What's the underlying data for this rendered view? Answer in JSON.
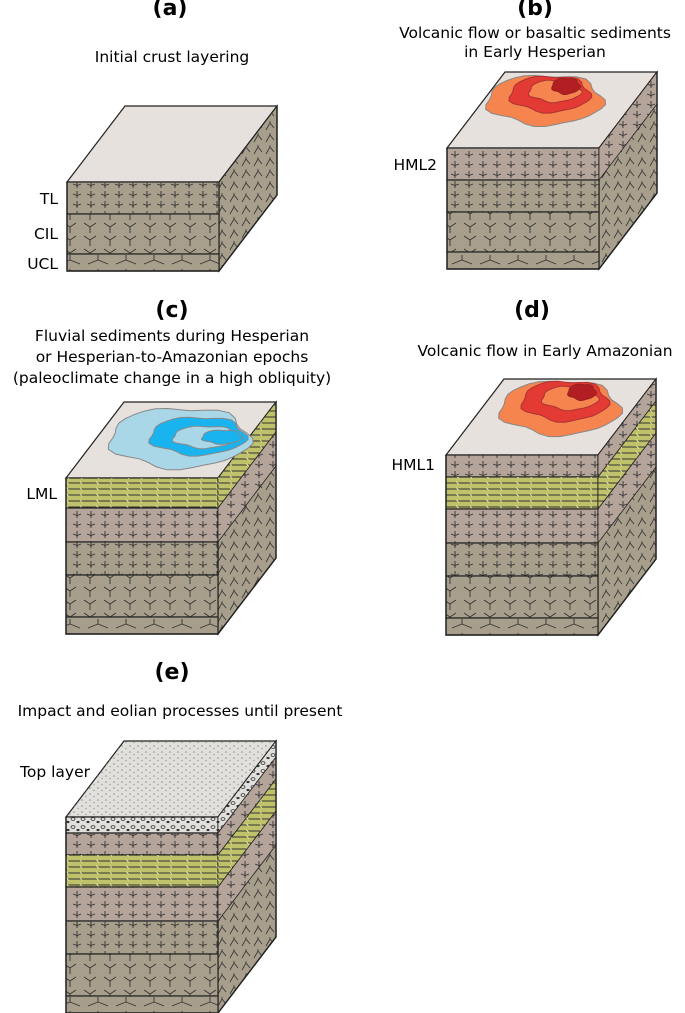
{
  "panels": [
    {
      "letter": "(a)",
      "caption": [
        "Initial crust layering"
      ],
      "labels": [
        "TL",
        "CIL",
        "UCL"
      ]
    },
    {
      "letter": "(b)",
      "caption": [
        "Volcanic flow or basaltic sediments",
        "in Early Hesperian"
      ],
      "labels": [
        "HML2"
      ]
    },
    {
      "letter": "(c)",
      "caption": [
        "Fluvial sediments during Hesperian",
        "or Hesperian-to-Amazonian epochs",
        "(paleoclimate change in a high obliquity)"
      ],
      "labels": [
        "LML"
      ]
    },
    {
      "letter": "(d)",
      "caption": [
        "Volcanic flow in Early Amazonian"
      ],
      "labels": [
        "HML1"
      ]
    },
    {
      "letter": "(e)",
      "caption": [
        "Impact and eolian processes until present"
      ],
      "labels": [
        "Top layer"
      ]
    }
  ],
  "colors": {
    "top_face": "#e6e1dd",
    "brown_layer": "#b4a49a",
    "gray_layer": "#a79f8b",
    "green_layer": "#bfc26a",
    "dust_top": "#e2e0dc",
    "lava_outer": "#f5844f",
    "lava_mid": "#e43a34",
    "lava_core": "#b31e22",
    "water_outer": "#a9d7e8",
    "water_inner": "#19b4ef",
    "line": "#222222"
  }
}
